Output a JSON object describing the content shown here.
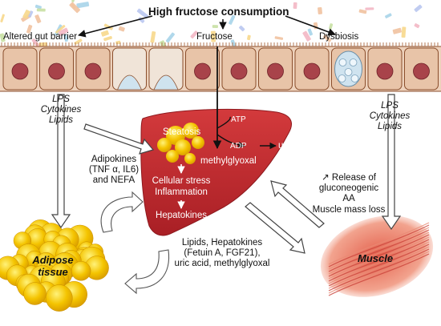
{
  "title": "High fructose consumption",
  "gut": {
    "left_label": "Altered gut barrier",
    "center_label": "Fructose",
    "right_label": "Dysbiosis"
  },
  "left_signals": [
    "LPS",
    "Cytokines",
    "Lipids"
  ],
  "right_signals": [
    "LPS",
    "Cytokines",
    "Lipids"
  ],
  "adipokines": [
    "Adipokines",
    "(TNF α, IL6)",
    "and NEFA"
  ],
  "liver": {
    "steatosis": "Steatosis",
    "atp": "ATP",
    "adp": "ADP",
    "uric_acid": "uric acid",
    "methylglyoxal": "methylglyoxal",
    "cell_stress": "Cellular stress",
    "inflammation": "Inflammation",
    "hepatokines": "Hepatokines"
  },
  "liver_outputs": [
    "Lipids, Hepatokines",
    "(Fetuin A, FGF21),",
    "uric acid, methylglyoxal"
  ],
  "muscle_effects": [
    "↗ Release of",
    "gluconeogenic",
    "AA",
    "Muscle mass loss"
  ],
  "adipose_label": [
    "Adipose",
    "tissue"
  ],
  "muscle_label": "Muscle",
  "colors": {
    "liver": "#c52a2f",
    "fat": "#f2c200",
    "cell": "#e8c4a8",
    "nucleus": "#a8434a",
    "goblet": "#cfe3ef",
    "muscle": "#e0735c"
  }
}
